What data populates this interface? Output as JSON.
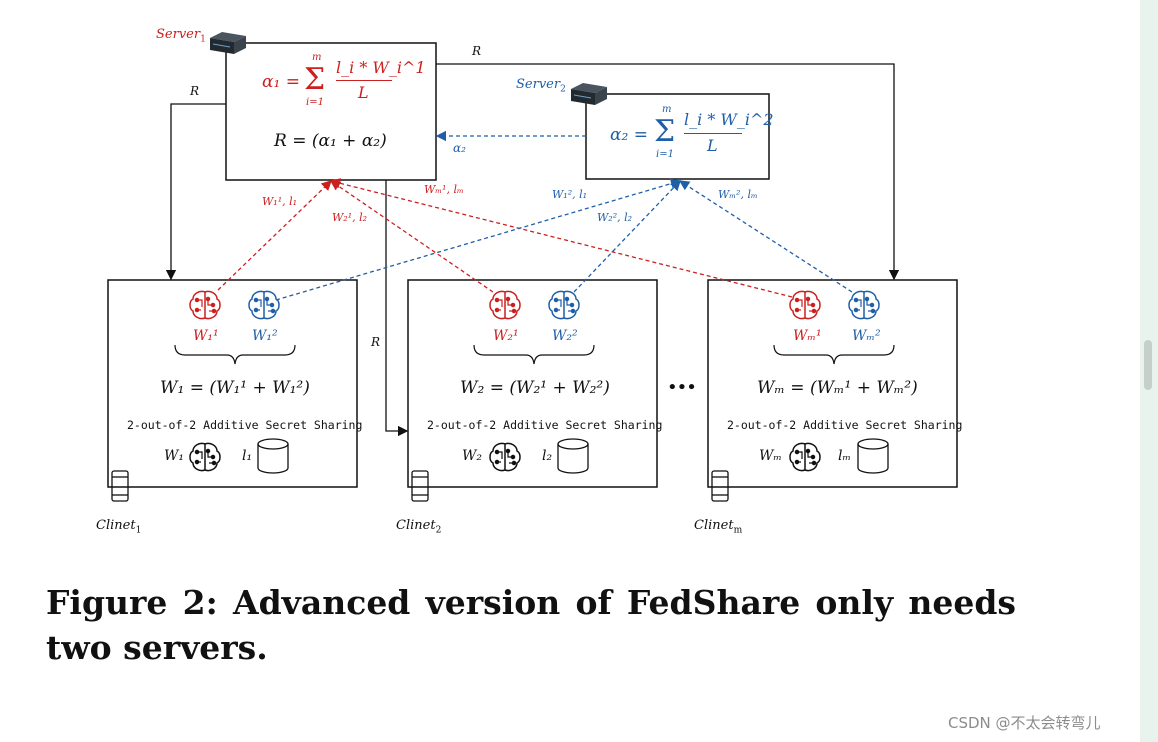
{
  "colors": {
    "red": "#cc1f1f",
    "blue": "#1f5fa8",
    "black": "#111111"
  },
  "server1": {
    "name": "Server",
    "sub": "1",
    "formula_lhs": "α₁ = ",
    "formula_sum": "Σ",
    "formula_frac_top": "l_i * W_i^1",
    "formula_frac_bot": "L",
    "sum_top": "m",
    "sum_bot": "i=1",
    "r_formula": "R = (α₁ + α₂)"
  },
  "server2": {
    "name": "Server",
    "sub": "2",
    "formula_lhs": "α₂ = ",
    "formula_sum": "Σ",
    "formula_frac_top": "l_i * W_i^2",
    "formula_frac_bot": "L",
    "sum_top": "m",
    "sum_bot": "i=1"
  },
  "edge_labels": {
    "r_top": "R",
    "r_left": "R",
    "r_mid": "R",
    "alpha2": "α₂",
    "w11_l1": "W₁¹, l₁",
    "w21_l2": "W₂¹, l₂",
    "wm1_lm": "Wₘ¹, lₘ",
    "w12_l1": "W₁², l₁",
    "w22_l2": "W₂², l₂",
    "wm2_lm": "Wₘ², lₘ"
  },
  "clients": [
    {
      "name": "Clinet",
      "sub": "1",
      "share1": "W₁¹",
      "share2": "W₁²",
      "sum_formula": "W₁ = (W₁¹ + W₁²)",
      "sharing_text": "2-out-of-2 Additive Secret Sharing",
      "model_label": "W₁",
      "data_label": "l₁"
    },
    {
      "name": "Clinet",
      "sub": "2",
      "share1": "W₂¹",
      "share2": "W₂²",
      "sum_formula": "W₂ = (W₂¹ + W₂²)",
      "sharing_text": "2-out-of-2 Additive Secret Sharing",
      "model_label": "W₂",
      "data_label": "l₂"
    },
    {
      "name": "Clinet",
      "sub": "m",
      "share1": "Wₘ¹",
      "share2": "Wₘ²",
      "sum_formula": "Wₘ = (Wₘ¹ + Wₘ²)",
      "sharing_text": "2-out-of-2 Additive Secret Sharing",
      "model_label": "Wₘ",
      "data_label": "lₘ"
    }
  ],
  "ellipsis": "•••",
  "caption": "Figure 2: Advanced version of FedShare only needs two servers.",
  "watermark": "CSDN @不太会转弯儿"
}
